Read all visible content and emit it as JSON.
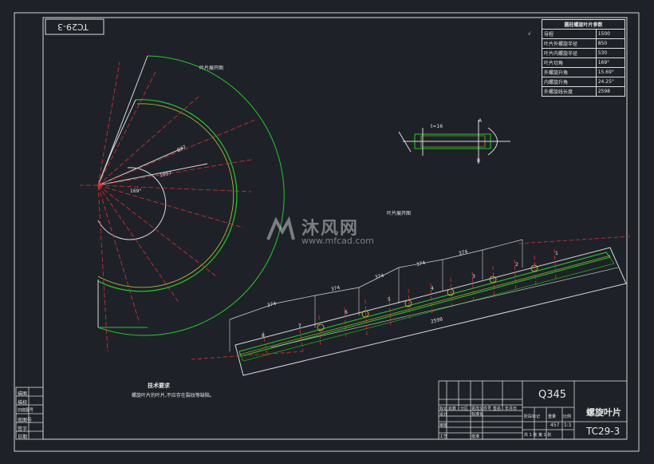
{
  "drawing": {
    "number_stamp": "TC29-3",
    "title_right": "螺旋叶片",
    "number_right": "TC29-3",
    "material": "Q345",
    "flat_label": "叶片展开图",
    "sector_label": "叶片展开图",
    "tech_title": "技术要求",
    "tech_text": "螺旋叶片的叶片,不应存在裂纹等缺陷。",
    "watermark_cn": "沐风网",
    "watermark_url": "www.mfcad.com"
  },
  "param_table": {
    "caption": "圆柱螺旋叶片参数",
    "rows": [
      {
        "name": "导程",
        "value": "1500"
      },
      {
        "name": "叶片外螺旋半径",
        "value": "850"
      },
      {
        "name": "叶片内螺旋半径",
        "value": "530"
      },
      {
        "name": "叶片切角",
        "value": "169°"
      },
      {
        "name": "外螺旋升角",
        "value": "15.69°"
      },
      {
        "name": "内螺旋升角",
        "value": "24.25°"
      },
      {
        "name": "外螺旋线长度",
        "value": "2598"
      }
    ]
  },
  "title_block": {
    "left_stamps": [
      "描图",
      "描校",
      "旧底图号",
      "底图号",
      "签字",
      "日期"
    ],
    "grid_headers": [
      "标记",
      "处数",
      "分区",
      "更改文件号",
      "签名",
      "年月日"
    ],
    "role_labels": [
      "设计",
      "标准化",
      "审核",
      "工艺",
      "批准"
    ],
    "stage_headers": [
      "阶段标记",
      "重量",
      "比例"
    ],
    "weight": "457",
    "scale": "1:1",
    "sheet": "共 1 张 第 1 张"
  },
  "dimensions": {
    "sector_r1": "1097",
    "sector_r2": "837",
    "sector_angle": "169°",
    "flat_segments": [
      "374",
      "374",
      "374",
      "374",
      "374"
    ],
    "flat_total": "2598",
    "flat_numbers": [
      "1",
      "2",
      "3",
      "4",
      "5",
      "6",
      "7",
      "8"
    ],
    "section_labels": [
      "t=16",
      "A",
      "B"
    ]
  }
}
